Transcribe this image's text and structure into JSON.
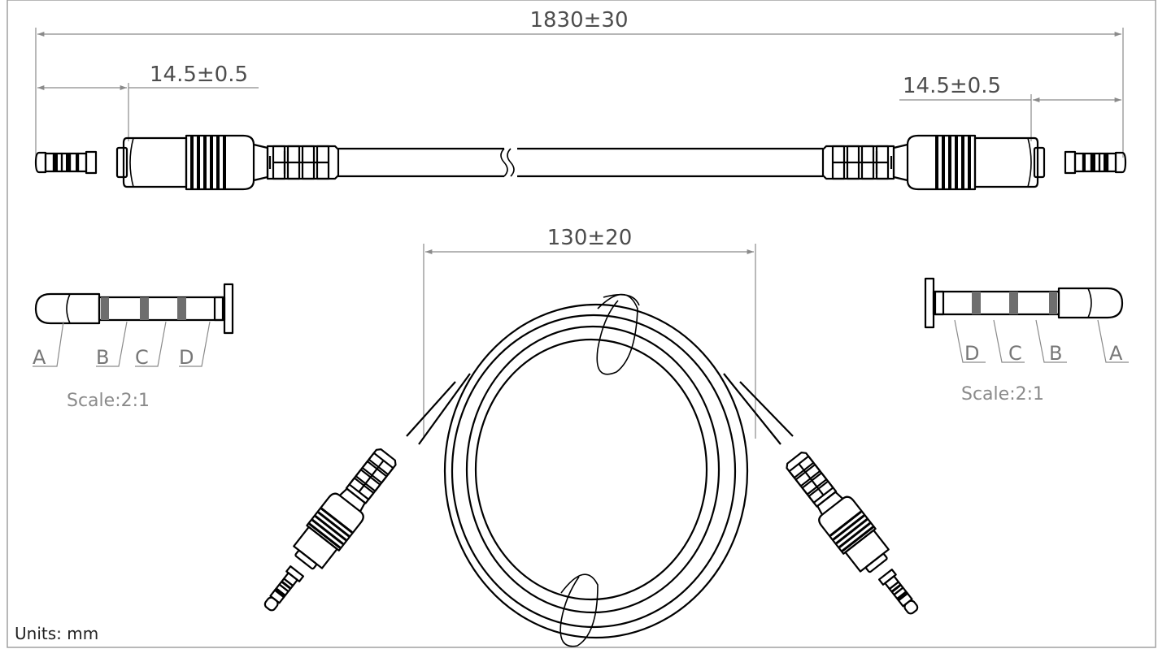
{
  "dimensions": {
    "overall_length": "1830±30",
    "left_plug_length": "14.5±0.5",
    "right_plug_length": "14.5±0.5",
    "coil_diameter": "130±20"
  },
  "left_detail": {
    "labels": [
      "A",
      "B",
      "C",
      "D"
    ],
    "scale": "Scale:2:1"
  },
  "right_detail": {
    "labels": [
      "D",
      "C",
      "B",
      "A"
    ],
    "scale": "Scale:2:1"
  },
  "units": "Units:  mm",
  "colors": {
    "outline": "#000000",
    "dimension": "#8a8a8a",
    "ring": "#6e6e6e",
    "frame": "#9a9a9a"
  }
}
